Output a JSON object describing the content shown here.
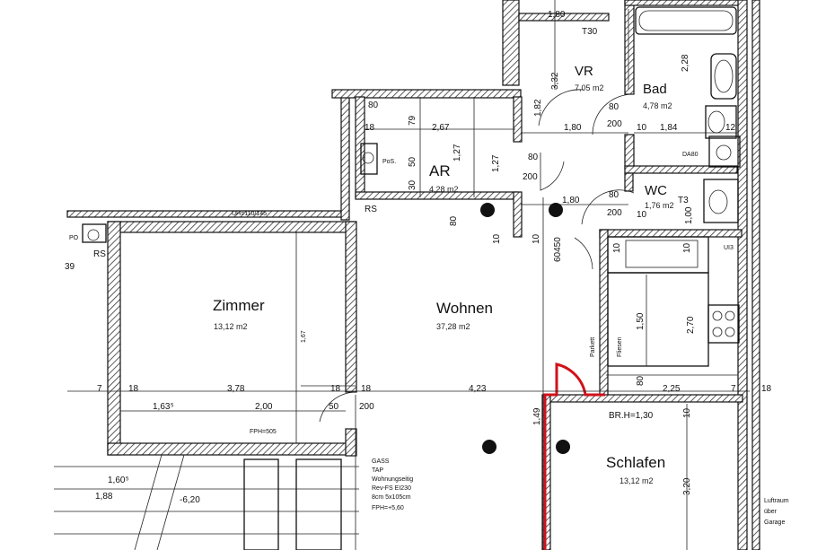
{
  "rooms": {
    "zimmer": {
      "name": "Zimmer",
      "area": "13,12 m2"
    },
    "wohnen": {
      "name": "Wohnen",
      "area": "37,28 m2"
    },
    "ar": {
      "name": "AR",
      "area": "4,28 m2"
    },
    "vr": {
      "name": "VR",
      "area": "7,05 m2"
    },
    "bad": {
      "name": "Bad",
      "area": "4,78 m2"
    },
    "wc": {
      "name": "WC",
      "area": "1,76 m2"
    },
    "schlafen": {
      "name": "Schlafen",
      "area": "13,12 m2"
    }
  },
  "dims": {
    "d_1_80_top": "1,80",
    "d_t30": "T30",
    "d_2_28": "2,28",
    "d_3_32": "3,32",
    "d_1_82": "1,82",
    "d_80_vr": "80",
    "d_200_vr": "200",
    "d_10_bad": "10",
    "d_1_84": "1,84",
    "d_12": "12",
    "d_1_80_vr": "1,80",
    "d_80_door": "80",
    "d_200_door": "200",
    "d_80_ar": "80",
    "d_79": "79",
    "d_2_67": "2,67",
    "d_1_27a": "1,27",
    "d_1_27b": "1,27",
    "d_50": "50",
    "d_30": "30",
    "d_pos": "PoS.",
    "d_rs": "RS",
    "d_18_ar": "18",
    "d_1_80_wc": "1,80",
    "d_80_wc": "80",
    "d_200_wc": "200",
    "d_10_wc": "10",
    "d_t3": "T3",
    "d_1_00": "1,00",
    "d_da80": "DA80",
    "d_uh": "UH=110/145",
    "d_po": "PO",
    "d_rs2": "RS",
    "d_39": "39",
    "d_1_67": "1,67",
    "d_3_78": "3,78",
    "d_7_left": "7",
    "d_18_left": "18",
    "d_18_mid": "18",
    "d_18_mid2": "18",
    "d_4_23": "4,23",
    "d_80_k": "80",
    "d_2_25": "2,25",
    "d_7_right": "7",
    "d_18_right": "18",
    "d_1_63": "1,63⁵",
    "d_2_00": "2,00",
    "d_50_l": "50",
    "d_200_l": "200",
    "d_fph": "FPH=505",
    "d_1_49": "1,49",
    "d_br": "BR.H=1,30",
    "d_10_s": "10",
    "d_3_20": "3,20",
    "d_1_50": "1,50",
    "d_2_70": "2,70",
    "d_parkett": "Parkett",
    "d_fliesen": "Fliesen",
    "d_10_k1": "10",
    "d_10_k2": "10",
    "d_6045": "60450",
    "d_10_door": "10",
    "d_10_ar2": "10",
    "d_80_v": "80",
    "d_gass": "GASS",
    "d_tap": "TAP",
    "d_wohnung": "Wohnungseitig",
    "d_rev": "Rev-FS EI230",
    "d_8cm": "8cm 5x105cm",
    "d_fph2": "FPH=+5,60",
    "d_1_60": "1,60⁵",
    "d_1_88": "1,88",
    "d_6_20": "-6,20",
    "d_luft1": "Luftraum",
    "d_luft2": "über",
    "d_luft3": "Garage",
    "d_ul": "UI3"
  }
}
